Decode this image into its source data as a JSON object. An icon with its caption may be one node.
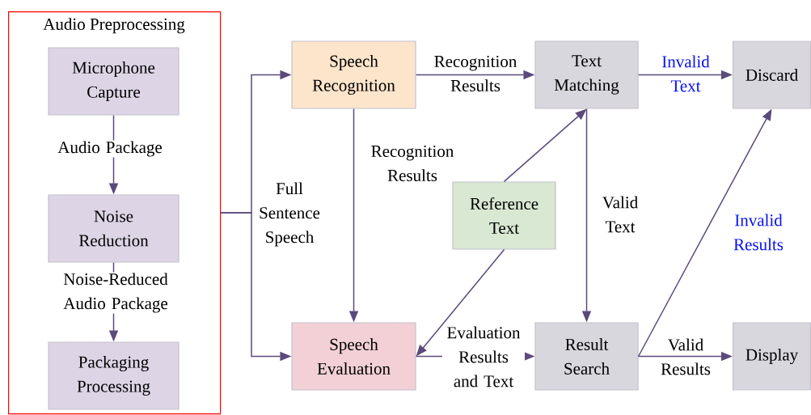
{
  "diagram": {
    "nodes": [
      {
        "text": [
          "Audio Preprocessing"
        ]
      },
      {
        "text": [
          "Microphone Capture"
        ],
        "in": 0
      },
      {
        "text": [
          "Noise Reduction"
        ],
        "in": 0
      },
      {
        "text": [
          "Packaging Processing"
        ],
        "in": 0
      },
      {
        "text": [
          "Speech Recognition"
        ]
      },
      {
        "text": [
          "Speech Evaluation"
        ]
      },
      {
        "text": [
          "Text Matching"
        ]
      },
      {
        "text": [
          "Reference Text"
        ]
      },
      {
        "text": [
          "Discard"
        ]
      },
      {
        "text": [
          "Result Search"
        ]
      },
      {
        "text": [
          "Display"
        ]
      }
    ],
    "edges": [
      {
        "from": 1,
        "to": 2,
        "arrow": "to",
        "label": "Audio Package"
      },
      {
        "from": 2,
        "to": 3,
        "arrow": "to",
        "label": "Noise-Reduced Audio Package"
      },
      {
        "from": 0,
        "to": 4,
        "arrow": "to",
        "label": "Full Sentence Speech"
      },
      {
        "from": 0,
        "to": 5,
        "arrow": "to"
      },
      {
        "from": 4,
        "to": 6,
        "arrow": "to",
        "label": "Recognition Results"
      },
      {
        "from": 4,
        "to": 5,
        "arrow": "to",
        "label": "Recognition Results"
      },
      {
        "from": 6,
        "to": 8,
        "arrow": "to",
        "label": "Invalid Text"
      },
      {
        "from": 7,
        "to": 6,
        "arrow": "to"
      },
      {
        "from": 7,
        "to": 5,
        "arrow": "to"
      },
      {
        "from": 6,
        "to": 9,
        "arrow": "to",
        "label": "Valid Text"
      },
      {
        "from": 5,
        "to": 9,
        "arrow": "to",
        "label": "Evaluation Results and Text"
      },
      {
        "from": 9,
        "to": 8,
        "arrow": "to",
        "label": "Invalid Results"
      },
      {
        "from": 9,
        "to": 10,
        "arrow": "to",
        "label": "Valid Results"
      }
    ]
  }
}
